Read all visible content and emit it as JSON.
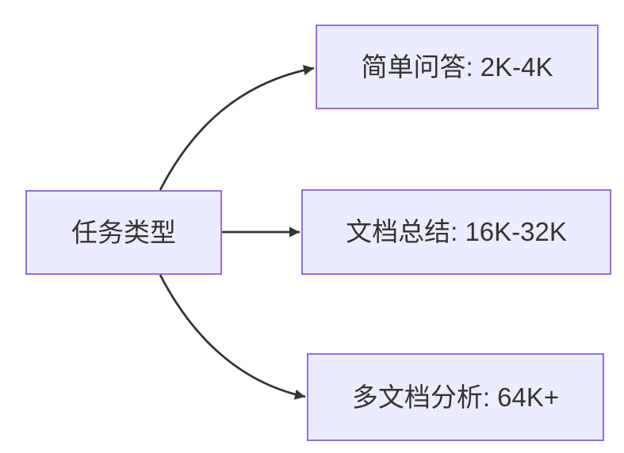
{
  "diagram": {
    "type": "flowchart",
    "direction": "left-to-right",
    "colors": {
      "background": "#ffffff",
      "node_fill": "#ECECFF",
      "node_border": "#9370DB",
      "edge_color": "#333333",
      "text_color": "#333333"
    },
    "root": {
      "label": "任务类型"
    },
    "children": [
      {
        "label": "简单问答: 2K-4K"
      },
      {
        "label": "文档总结: 16K-32K"
      },
      {
        "label": "多文档分析: 64K+"
      }
    ],
    "edges": [
      {
        "from": "任务类型",
        "to": "简单问答: 2K-4K"
      },
      {
        "from": "任务类型",
        "to": "文档总结: 16K-32K"
      },
      {
        "from": "任务类型",
        "to": "多文档分析: 64K+"
      }
    ]
  }
}
